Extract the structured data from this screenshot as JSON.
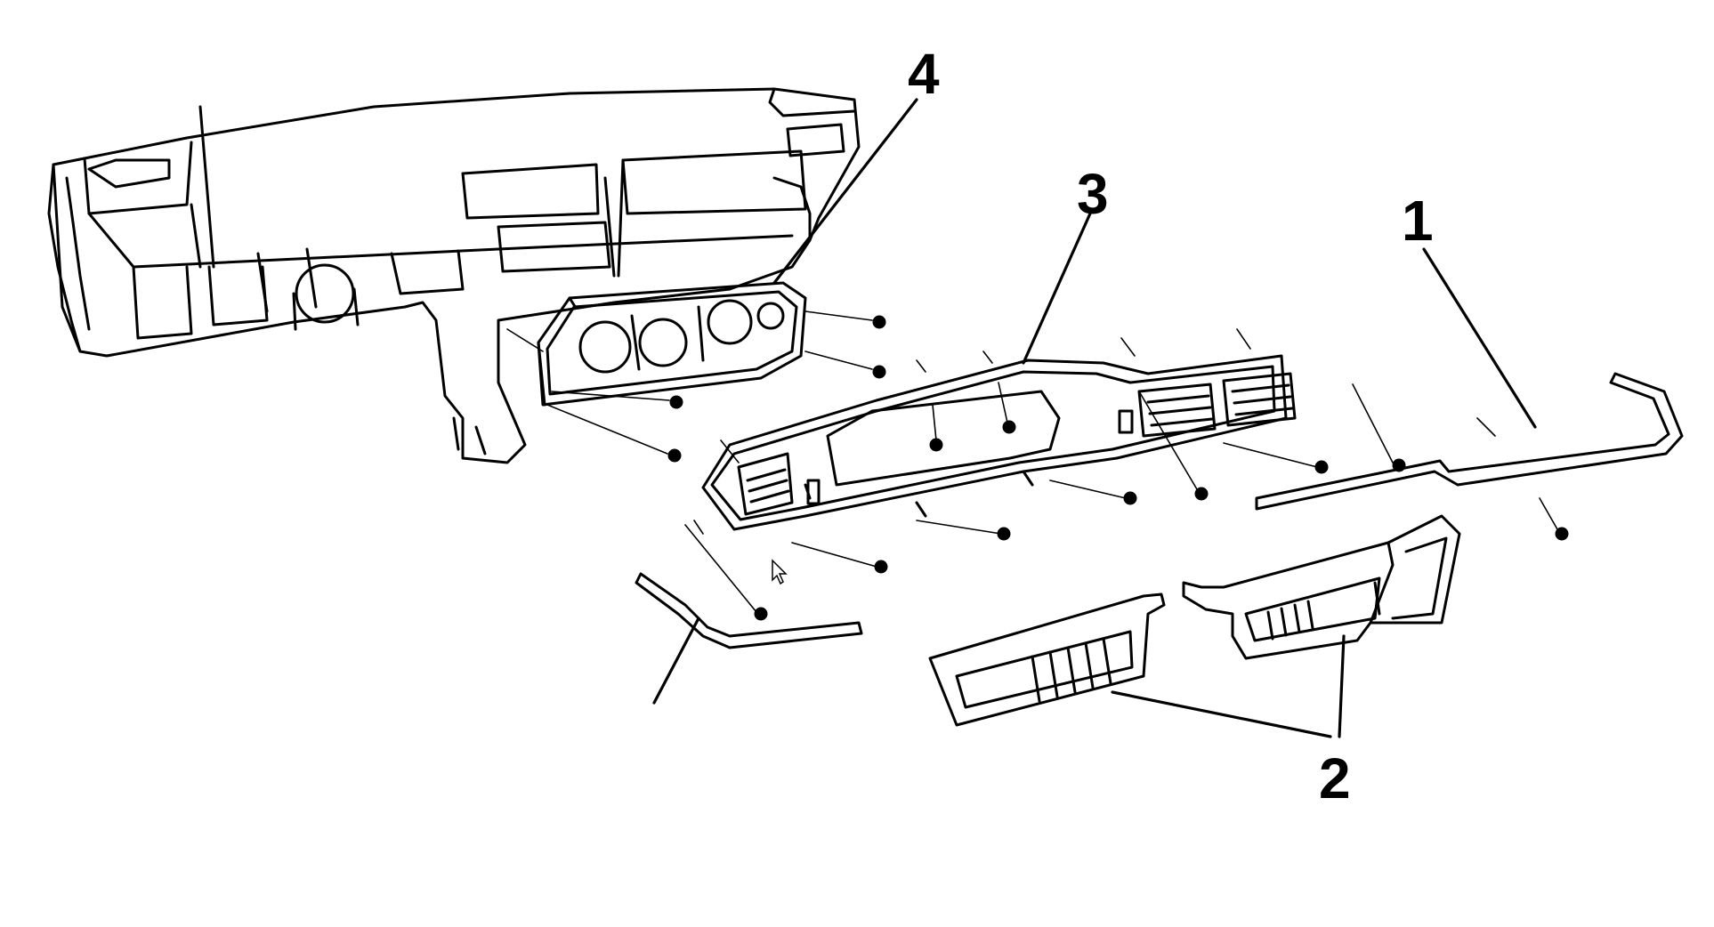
{
  "callouts": {
    "one": "1",
    "two": "2",
    "three": "3",
    "four": "4"
  },
  "colors": {
    "line": "#000000",
    "background": "#ffffff"
  }
}
